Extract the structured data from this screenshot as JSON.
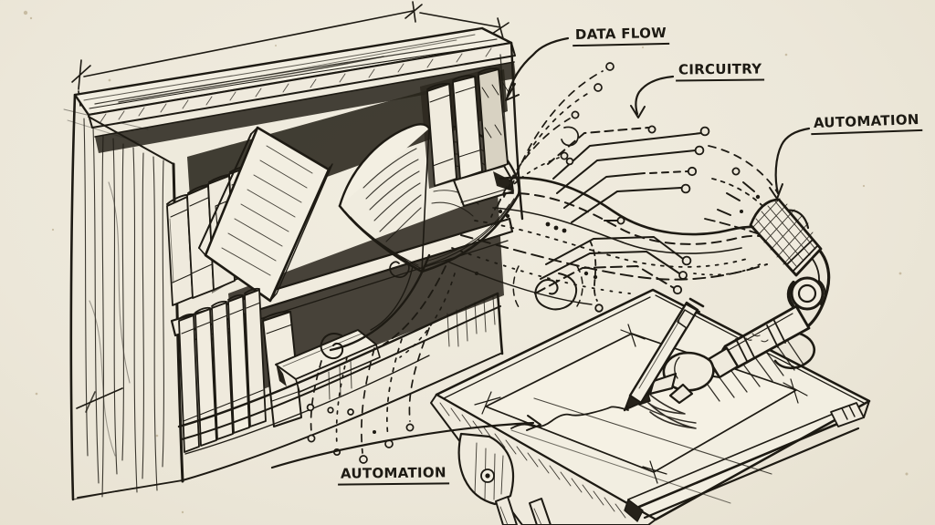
{
  "labels": {
    "data_flow": {
      "text": "DATA FLOW"
    },
    "circuitry": {
      "text": "CIRCUITRY"
    },
    "automation_arm": {
      "text": "AUTOMATION"
    },
    "automation_table": {
      "text": "AUTOMATION"
    }
  },
  "style": {
    "paper_color": "#ECE7D9",
    "ink_color": "#1D1A13"
  },
  "figures": [
    "bookshelf-sketch",
    "open-book",
    "data-flow-stream",
    "circuit-traces",
    "robotic-arm",
    "pen",
    "drafting-table"
  ]
}
